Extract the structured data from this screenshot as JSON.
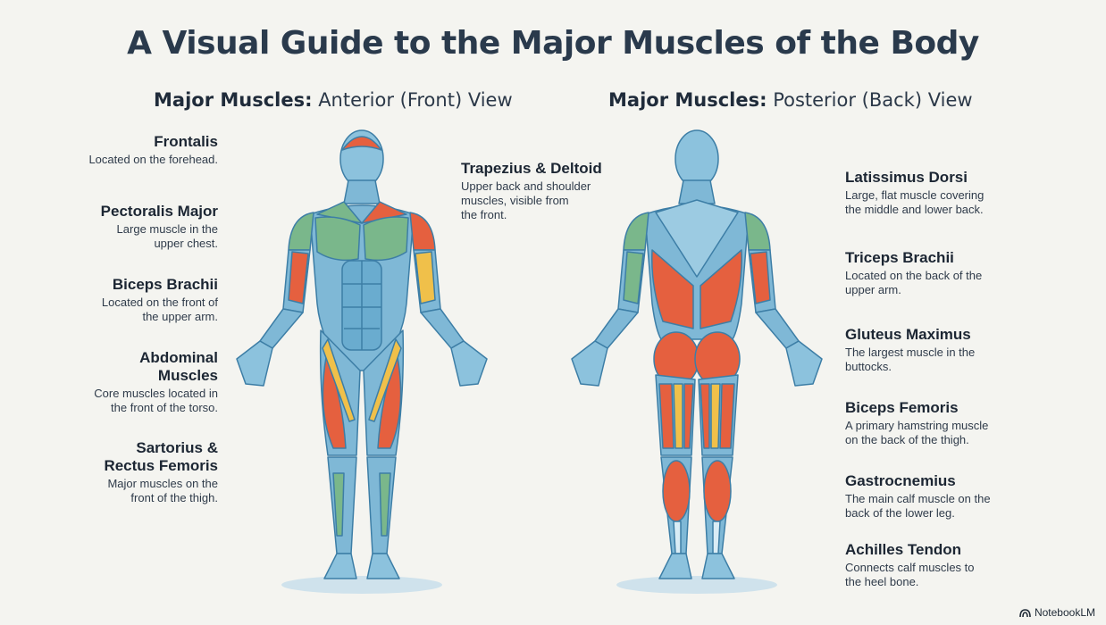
{
  "title": "A Visual Guide to the Major Muscles of the Body",
  "anterior": {
    "heading_bold": "Major Muscles:",
    "heading_rest": "Anterior (Front) View",
    "labels": [
      {
        "name": "Frontalis",
        "desc": "Located on the forehead."
      },
      {
        "name": "Pectoralis Major",
        "desc": "Large muscle in the\nupper chest."
      },
      {
        "name": "Biceps Brachii",
        "desc": "Located on the front of\nthe upper arm."
      },
      {
        "name": "Abdominal\nMuscles",
        "desc": "Core muscles located in\nthe front of the torso."
      },
      {
        "name": "Sartorius &\nRectus Femoris",
        "desc": "Major muscles on the\nfront of the thigh."
      },
      {
        "name": "Trapezius & Deltoid",
        "desc": "Upper back and shoulder\nmuscles, visible from\nthe front."
      }
    ]
  },
  "posterior": {
    "heading_bold": "Major Muscles:",
    "heading_rest": "Posterior (Back) View",
    "labels": [
      {
        "name": "Latissimus Dorsi",
        "desc": "Large, flat muscle covering\nthe middle and lower back."
      },
      {
        "name": "Triceps Brachii",
        "desc": "Located on the back of the\nupper arm."
      },
      {
        "name": "Gluteus Maximus",
        "desc": "The largest muscle in the\nbuttocks."
      },
      {
        "name": "Biceps Femoris",
        "desc": "A primary hamstring muscle\non the back of the thigh."
      },
      {
        "name": "Gastrocnemius",
        "desc": "The main calf muscle on the\nback of the lower leg."
      },
      {
        "name": "Achilles Tendon",
        "desc": "Connects calf muscles to\nthe heel bone."
      }
    ]
  },
  "brand": {
    "icon": "notebooklm-logo-icon",
    "label": "NotebookLM"
  },
  "colors": {
    "skin": "#7fb8d6",
    "skin_dark": "#4f8fb5",
    "red": "#e5603f",
    "green": "#7ab78b",
    "yellow": "#f0c04a",
    "background": "#f4f4f0"
  }
}
